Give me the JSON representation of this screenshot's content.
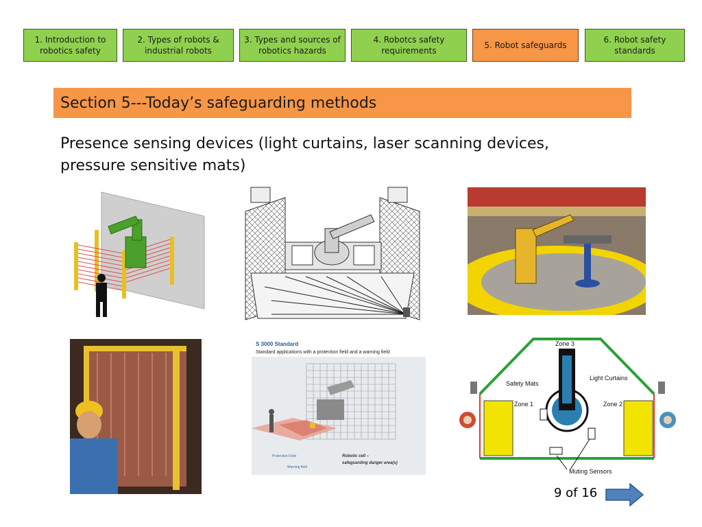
{
  "nav": {
    "tabs": [
      {
        "label": "1. Introduction to robotics safety"
      },
      {
        "label": "2. Types of robots & industrial robots"
      },
      {
        "label": "3. Types and sources of robotics hazards"
      },
      {
        "label": "4. Robotcs safety requirements"
      },
      {
        "label": "5. Robot safeguards"
      },
      {
        "label": "6. Robot safety standards"
      }
    ],
    "active_index": 4
  },
  "section": {
    "title": "Section  5---Today’s safeguarding methods"
  },
  "subtitle": "Presence sensing devices (light curtains, laser scanning devices, pressure sensitive mats)",
  "figures": {
    "scanner_diagram": {
      "title": "S 3000 Standard",
      "caption": "Standard applications with a protection field and a warning field",
      "protection_field": "Protection Field",
      "warning_field": "Warning field",
      "robotic_cell_line1": "Robotic cell –",
      "robotic_cell_line2": "safeguarding danger area(s)"
    },
    "zone_diagram": {
      "zone1": "Zone 1",
      "zone2": "Zone 2",
      "zone3": "Zone 3",
      "safety_mats": "Safety Mats",
      "light_curtains": "Light Curtains",
      "muting_sensors": "Muting Sensors"
    }
  },
  "footer": {
    "page": "9 of 16",
    "next_icon": "right-arrow-icon"
  },
  "colors": {
    "nav_green": "#8fd14f",
    "accent_orange": "#f79646",
    "arrow_blue": "#4f81bd"
  }
}
